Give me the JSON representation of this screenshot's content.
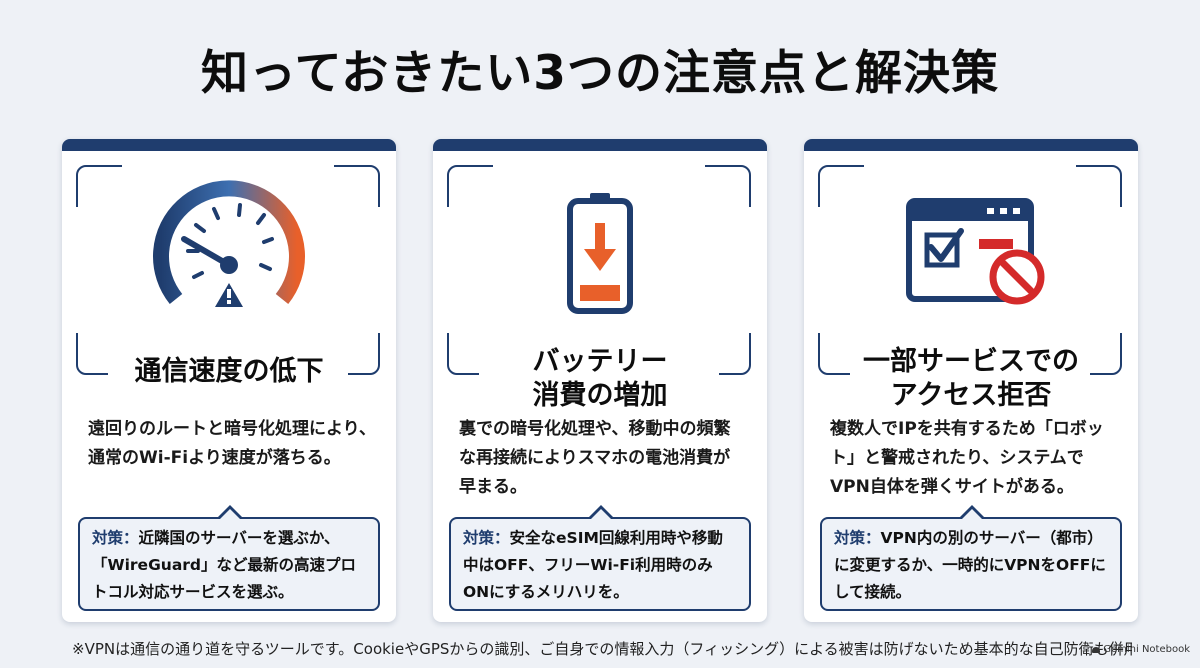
{
  "title": "知っておきたい3つの注意点と解決策",
  "cards": [
    {
      "heading": "通信速度の低下",
      "icon": "speedometer-warning-icon",
      "body": "遠回りのルートと暗号化処理により、通常のWi-Fiより速度が落ちる。",
      "solution_label": "対策：",
      "solution": "近隣国のサーバーを選ぶか、「WireGuard」など最新の高速プロトコル対応サービスを選ぶ。"
    },
    {
      "heading_line1": "バッテリー",
      "heading_line2": "消費の増加",
      "icon": "battery-drain-icon",
      "body": "裏での暗号化処理や、移動中の頻繁な再接続によりスマホの電池消費が早まる。",
      "solution_label": "対策：",
      "solution": "安全なeSIM回線利用時や移動中はOFF、フリーWi-Fi利用時のみONにするメリハリを。"
    },
    {
      "heading_line1": "一部サービスでの",
      "heading_line2": "アクセス拒否",
      "icon": "browser-blocked-icon",
      "body": "複数人でIPを共有するため「ロボット」と警戒されたり、システムでVPN自体を弾くサイトがある。",
      "solution_label": "対策：",
      "solution": "VPN内の別のサーバー（都市）に変更するか、一時的にVPNをOFFにして接続。"
    }
  ],
  "footnote": "※VPNは通信の通り道を守るツールです。CookieやGPSからの識別、ご自身での情報入力（フィッシング）による被害は防げないため基本的な自己防衛も併用を",
  "brand": "Gemini Notebook",
  "colors": {
    "navy": "#1f3d6e",
    "accent_orange": "#e8602a",
    "alert_red": "#d42a2a",
    "background": "#eef1f6"
  }
}
